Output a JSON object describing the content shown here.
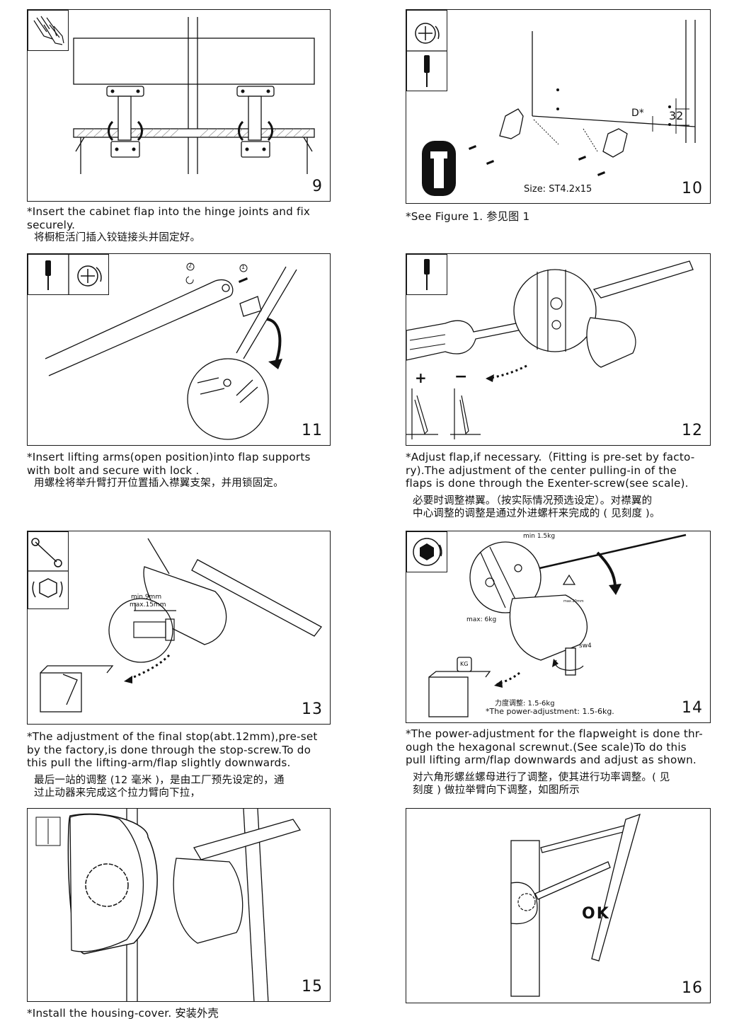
{
  "steps": [
    {
      "num": "9",
      "caption_en": [
        "*Insert the cabinet flap into the hinge joints and fix",
        "  securely."
      ],
      "caption_cn": "将橱柜活门插入铰链接头并固定好。"
    },
    {
      "num": "10",
      "caption_en": [
        "*See Figure 1. 参见图 1"
      ],
      "caption_cn": "",
      "size_label": "Size: ST4.2x15",
      "dim_label": "32",
      "d_label": "D*"
    },
    {
      "num": "11",
      "caption_en": [
        "*Insert  lifting arms(open position)into flap supports",
        "  with bolt  and secure with lock ."
      ],
      "caption_cn": "用螺栓将举升臂打开位置插入襟翼支架，并用锁固定。",
      "marker_1": "1",
      "marker_2": "2"
    },
    {
      "num": "12",
      "caption_en": [
        "*Adjust flap,if necessary.（Fitting is pre-set by facto-",
        "  ry).The adjustment of the center pulling-in of the",
        "  flaps is done  through the Exenter-screw(see scale)."
      ],
      "caption_cn_lines": [
        "必要时调整襟翼。（按实际情况预选设定）。对襟翼的",
        "中心调整的调整是通过外进螺杆来完成的 ( 见刻度 )。"
      ],
      "plus": "+",
      "minus": "−"
    },
    {
      "num": "13",
      "caption_en": [
        "*The adjustment of the final stop(abt.12mm),pre-set",
        "  by the  factory,is done through the stop-screw.To do",
        "  this pull the lifting-arm/flap slightly downwards."
      ],
      "caption_cn_lines": [
        "最后一站的调整 (12 毫米 )，是由工厂预先设定的，通",
        "过止动器来完成这个拉力臂向下拉，"
      ],
      "min_label": "min.9mm",
      "max_label": "max.15mm"
    },
    {
      "num": "14",
      "caption_en": [
        "*The power-adjustment for the flapweight is done thr-",
        "  ough the hexagonal screwnut.(See scale)To do this",
        "  pull  lifting arm/flap downwards and adjust as shown."
      ],
      "caption_cn_lines": [
        "对六角形螺丝螺母进行了调整，使其进行功率调整。( 见",
        "刻度 ) 做拉举臂向下调整，如图所示"
      ],
      "min_kg": "min 1.5kg",
      "max_kg": "max: 6kg",
      "sw": "sw4",
      "power_cn": "力度调整:  1.5-6kg",
      "power_en": "*The power-adjustment: 1.5-6kg.",
      "weight_label": "KG",
      "max_small": "max.20mm"
    },
    {
      "num": "15",
      "caption_en": [
        "*Install the housing-cover.  安装外壳"
      ],
      "caption_cn": ""
    },
    {
      "num": "16",
      "caption_en": [],
      "caption_cn": "",
      "ok": "OK"
    }
  ]
}
